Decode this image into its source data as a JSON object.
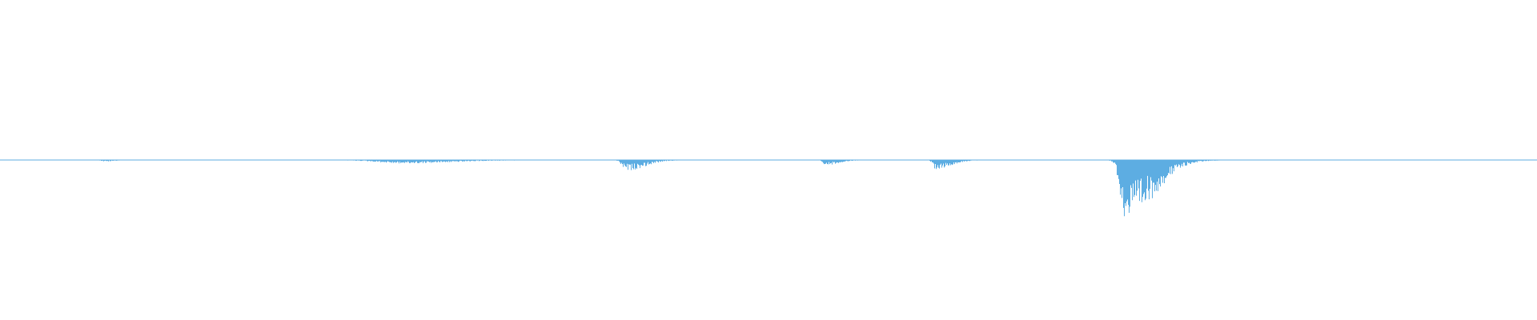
{
  "waveform": {
    "color": "#5DADE2",
    "background": "#FFFFFF",
    "baseline_amplitude": 0.004,
    "bursts": [
      {
        "center": 0.068,
        "spread": 0.005,
        "peak": 0.016,
        "attack": 0.35
      },
      {
        "center": 0.262,
        "spread": 0.03,
        "peak": 0.04,
        "attack": 0.5
      },
      {
        "center": 0.407,
        "spread": 0.012,
        "peak": 0.13,
        "attack": 0.2
      },
      {
        "center": 0.537,
        "spread": 0.008,
        "peak": 0.06,
        "attack": 0.2
      },
      {
        "center": 0.608,
        "spread": 0.01,
        "peak": 0.11,
        "attack": 0.15
      },
      {
        "center": 0.732,
        "spread": 0.018,
        "peak": 0.77,
        "attack": 0.18
      }
    ]
  }
}
